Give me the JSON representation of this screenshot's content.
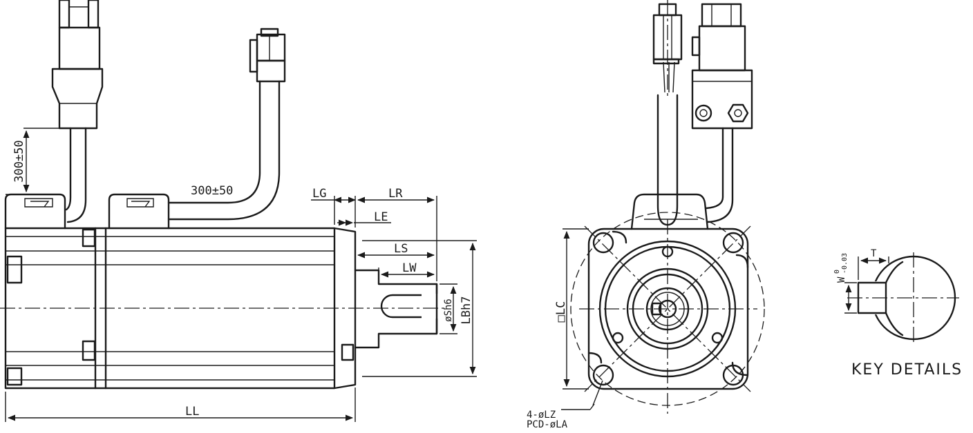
{
  "dimensions": {
    "cable_length_1": "300±50",
    "cable_length_2": "300±50",
    "lg": "LG",
    "lr": "LR",
    "le": "LE",
    "ls": "LS",
    "lw": "LW",
    "shaft_dia": "øSh6",
    "flange_dia": "LBh7",
    "ll": "LL",
    "lc": "□LC",
    "holes": "4-øLZ",
    "pcd": "PCD-øLA"
  },
  "key": {
    "t": "T",
    "w_base": "W",
    "w_tol_upper": "0",
    "w_tol_lower": "-0.03",
    "title": "KEY DETAILS"
  }
}
